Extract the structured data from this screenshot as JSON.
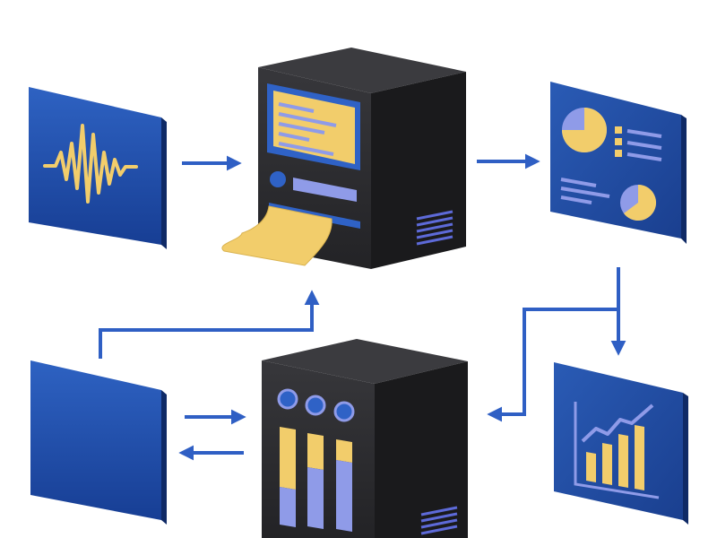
{
  "colors": {
    "background": "#ffffff",
    "panel_blue": "#2a5bb5",
    "panel_dark": "#173a86",
    "panel_side": "#0f2a66",
    "server_front": "#2b2b2e",
    "server_side": "#1a1a1c",
    "server_top": "#3b3b3f",
    "accent_yellow": "#f2cd6b",
    "accent_lavender": "#8f9be8",
    "arrow_blue": "#2f5fc4"
  },
  "nodes": [
    {
      "id": "signal-panel",
      "icon": "waveform-icon"
    },
    {
      "id": "print-server",
      "icon": "printer-server-icon"
    },
    {
      "id": "report-panel",
      "icon": "pie-chart-report-icon"
    },
    {
      "id": "blank-panel",
      "icon": "blank-panel"
    },
    {
      "id": "storage-server",
      "icon": "storage-server-icon"
    },
    {
      "id": "growth-panel",
      "icon": "bar-chart-growth-icon"
    }
  ],
  "edges": [
    {
      "from": "signal-panel",
      "to": "print-server"
    },
    {
      "from": "print-server",
      "to": "report-panel"
    },
    {
      "from": "report-panel",
      "to": "growth-panel"
    },
    {
      "from": "report-panel",
      "to": "storage-server"
    },
    {
      "from": "blank-panel",
      "to": "print-server"
    },
    {
      "from": "blank-panel",
      "to": "storage-server"
    },
    {
      "from": "storage-server",
      "to": "blank-panel"
    }
  ]
}
